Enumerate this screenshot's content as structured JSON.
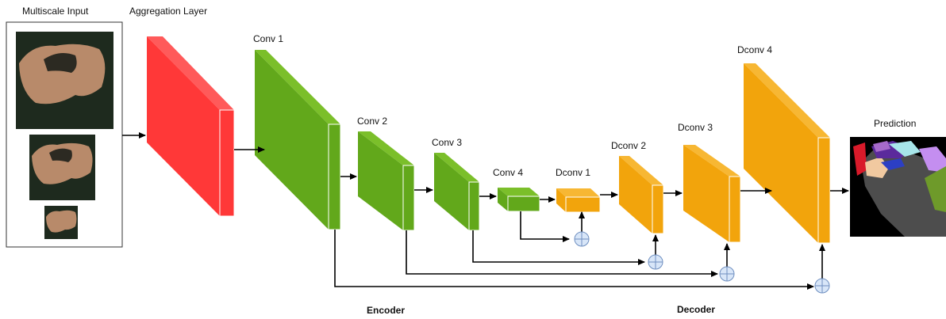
{
  "labels": {
    "multiscale_input": "Multiscale Input",
    "aggregation_layer": "Aggregation Layer",
    "conv1": "Conv 1",
    "conv2": "Conv 2",
    "conv3": "Conv 3",
    "conv4": "Conv 4",
    "dconv1": "Dconv 1",
    "dconv2": "Dconv 2",
    "dconv3": "Dconv 3",
    "dconv4": "Dconv 4",
    "prediction": "Prediction",
    "encoder": "Encoder",
    "decoder": "Decoder"
  },
  "colors": {
    "aggregation": "#ff3838",
    "encoder": "#62a81b",
    "decoder": "#f2a40c",
    "sum_node": "#d8e6f8",
    "sum_stroke": "#6f8fc0"
  }
}
